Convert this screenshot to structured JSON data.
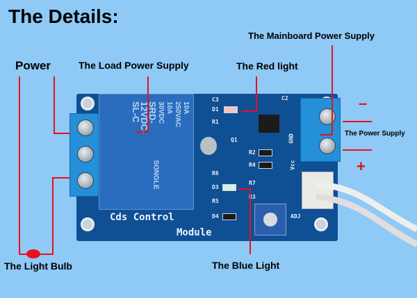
{
  "title": "The Details:",
  "labels": {
    "power": "Power",
    "load_power_supply": "The Load Power Supply",
    "red_light": "The Red light",
    "mainboard_power_supply": "The Mainboard Power Supply",
    "power_supply": "The Power Supply",
    "minus": "–",
    "plus": "+",
    "light_bulb": "The Light Bulb",
    "blue_light": "The Blue Light"
  },
  "board": {
    "name_line1": "Cds Control",
    "name_line2": "Module",
    "relay_model": "SRD-12VDC-SL-C",
    "relay_rating1": "10A 250VAC",
    "relay_rating2": "10A 30VDC",
    "relay_brand": "SONGLE",
    "components": {
      "c3": "C3",
      "d1": "D1",
      "r1": "R1",
      "q1": "Q1",
      "r2": "R2",
      "r4": "R4",
      "r6": "R6",
      "d3": "D3",
      "r5": "R5",
      "d4": "D4",
      "r7": "R7",
      "r3": "R3",
      "c2": "C2"
    },
    "pins": {
      "gnd": "GND",
      "vcc": "Vcc",
      "adj": "ADJ"
    }
  },
  "colors": {
    "background": "#8fc9f5",
    "annotation": "#e8101c",
    "pcb": "#0f4f94"
  }
}
